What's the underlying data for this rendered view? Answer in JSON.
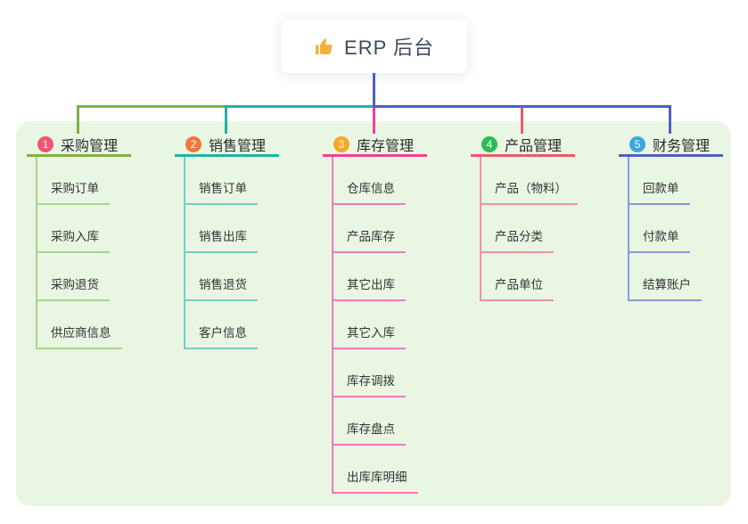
{
  "root": {
    "label": "ERP 后台",
    "icon": "thumbs-up"
  },
  "branches": [
    {
      "index": "1",
      "label": "采购管理",
      "badge_color": "#f0566e",
      "line_color": "#7cb342",
      "light_line_color": "#a8d687",
      "children": [
        "采购订单",
        "采购入库",
        "采购退货",
        "供应商信息"
      ]
    },
    {
      "index": "2",
      "label": "销售管理",
      "badge_color": "#f0793a",
      "line_color": "#20b2a6",
      "light_line_color": "#6fcfc7",
      "children": [
        "销售订单",
        "销售出库",
        "销售退货",
        "客户信息"
      ]
    },
    {
      "index": "3",
      "label": "库存管理",
      "badge_color": "#f7a823",
      "line_color": "#ee3f9e",
      "light_line_color": "#f478bd",
      "children": [
        "仓库信息",
        "产品库存",
        "其它出库",
        "其它入库",
        "库存调拨",
        "库存盘点",
        "出库库明细"
      ]
    },
    {
      "index": "4",
      "label": "产品管理",
      "badge_color": "#2ebd59",
      "line_color": "#f0566e",
      "light_line_color": "#f590a0",
      "children": [
        "产品（物料）",
        "产品分类",
        "产品单位"
      ]
    },
    {
      "index": "5",
      "label": "财务管理",
      "badge_color": "#38a8db",
      "line_color": "#4c5fc6",
      "light_line_color": "#8a97da",
      "children": [
        "回款单",
        "付款单",
        "结算账户"
      ]
    }
  ],
  "connectors": {
    "stem": "#4c5fc6",
    "segments": [
      "#7cb342",
      "#20b2a6",
      "#4c5fc6"
    ],
    "drops": [
      "#7cb342",
      "#20b2a6",
      "#ee3f9e",
      "#f0566e",
      "#4c5fc6"
    ]
  },
  "colors": {
    "panel_bg": "#eaf6e4",
    "root_text": "#3d4a5c",
    "item_text": "#333333",
    "node_bg": "#ffffff",
    "thumb_icon": "#f2b13d"
  }
}
